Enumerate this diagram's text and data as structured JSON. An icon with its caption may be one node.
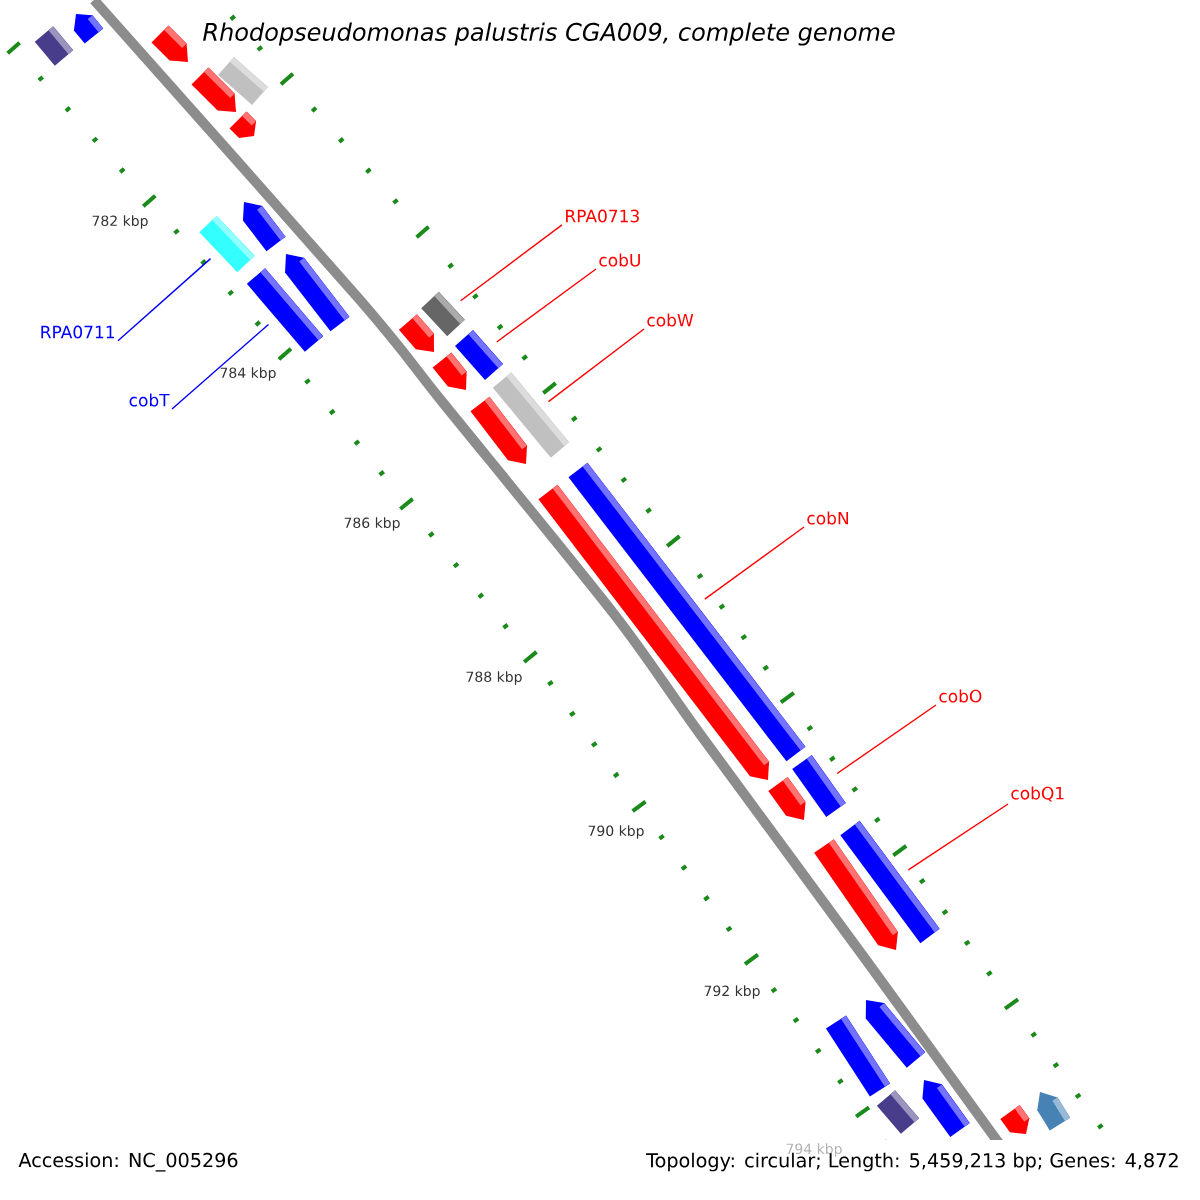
{
  "diagram": {
    "title": "Rhodopseudomonas palustris CGA009, complete genome",
    "nodes": [
      {
        "text": [
          "RPA0711"
        ]
      },
      {
        "text": [
          "cobT"
        ]
      },
      {
        "text": [
          "RPA0713"
        ]
      },
      {
        "text": [
          "cobU"
        ]
      },
      {
        "text": [
          "cobW"
        ]
      },
      {
        "text": [
          "cobN"
        ]
      },
      {
        "text": [
          "cobO"
        ]
      },
      {
        "text": [
          "cobQ1"
        ]
      },
      {
        "text": [],
        "shape": "bar"
      },
      {
        "text": [],
        "shape": "bar"
      },
      {
        "text": [],
        "shape": "bar"
      },
      {
        "text": [],
        "shape": "bar"
      },
      {
        "text": [],
        "shape": "bar"
      },
      {
        "text": [],
        "shape": "bar"
      },
      {
        "text": [],
        "shape": "bar"
      },
      {
        "text": [],
        "shape": "bar"
      },
      {
        "text": [],
        "shape": "bar"
      },
      {
        "text": [],
        "shape": "bar"
      },
      {
        "text": [],
        "shape": "bar"
      },
      {
        "text": [],
        "shape": "bar"
      },
      {
        "text": [],
        "shape": "bar"
      },
      {
        "text": [],
        "shape": "bar"
      },
      {
        "text": [],
        "shape": "bar"
      },
      {
        "text": [],
        "shape": "bar"
      },
      {
        "text": [],
        "shape": "bar"
      },
      {
        "text": [],
        "shape": "bar"
      },
      {
        "text": [],
        "shape": "bar"
      },
      {
        "text": [],
        "shape": "bar"
      },
      {
        "text": [],
        "shape": "bar"
      },
      {
        "text": [],
        "shape": "bar"
      },
      {
        "text": [],
        "shape": "bar"
      },
      {
        "text": [],
        "shape": "bar"
      },
      {
        "text": [],
        "shape": "bar"
      },
      {
        "text": [],
        "shape": "bar"
      },
      {
        "text": [],
        "shape": "bar"
      },
      {
        "text": [],
        "shape": "bar"
      }
    ],
    "edges": [
      {
        "from": 0,
        "to": 15,
        "arrow": "none",
        "color": "#0000ff"
      },
      {
        "from": 1,
        "to": 17,
        "arrow": "none",
        "color": "#0000ff"
      },
      {
        "from": 2,
        "to": 18,
        "arrow": "none"
      },
      {
        "from": 3,
        "to": 20,
        "arrow": "none"
      },
      {
        "from": 4,
        "to": 22,
        "arrow": "none"
      },
      {
        "from": 5,
        "to": 24,
        "arrow": "none"
      },
      {
        "from": 6,
        "to": 26,
        "arrow": "none"
      },
      {
        "from": 7,
        "to": 28,
        "arrow": "none"
      }
    ],
    "labels": [
      "782 kbp",
      "784 kbp",
      "786 kbp",
      "788 kbp",
      "790 kbp",
      "792 kbp",
      "794 kbp",
      "Accession: NC_005296",
      "Topology: circular; Length: 5,459,213 bp; Genes: 4,872"
    ]
  }
}
